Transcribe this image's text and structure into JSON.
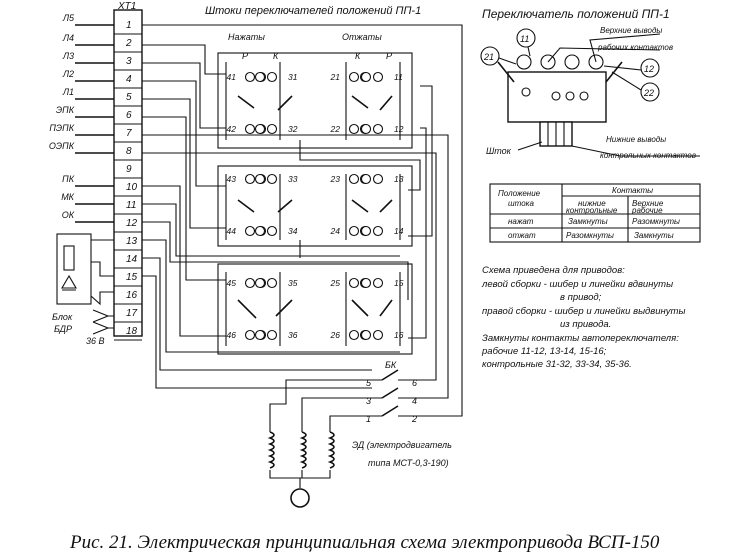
{
  "colors": {
    "ink": "#111111",
    "paper": "#ffffff"
  },
  "terminal_strip": {
    "title": "XT1",
    "numbers": [
      "1",
      "2",
      "3",
      "4",
      "5",
      "6",
      "7",
      "8",
      "9",
      "10",
      "11",
      "12",
      "13",
      "14",
      "15",
      "16",
      "17",
      "18"
    ],
    "wire_labels": [
      "Л5",
      "Л4",
      "Л3",
      "Л2",
      "Л1",
      "ЭПК",
      "ПЭПК",
      "ОЭПК",
      "",
      "ПК",
      "МК",
      "ОК"
    ]
  },
  "bdr": {
    "label_line1": "Блок",
    "label_line2": "БДР",
    "voltage": "36 В"
  },
  "switch_rods": {
    "title": "Штоки переключателей положений ПП-1",
    "pressed": "Нажаты",
    "released": "Отжаты",
    "col_letters": [
      "Р",
      "К",
      "К",
      "Р"
    ],
    "contacts": [
      [
        "41",
        "31",
        "21",
        "11"
      ],
      [
        "42",
        "32",
        "22",
        "12"
      ],
      [
        "43",
        "33",
        "23",
        "13"
      ],
      [
        "44",
        "34",
        "24",
        "14"
      ],
      [
        "45",
        "35",
        "25",
        "15"
      ],
      [
        "46",
        "36",
        "26",
        "16"
      ]
    ]
  },
  "pp_switch": {
    "title": "Переключатель положений ПП-1",
    "upper_label_1": "Верхние выводы",
    "upper_label_2": "рабочих контактов",
    "lower_label_1": "Нижние выводы",
    "lower_label_2": "контрольных контактов",
    "rod_label": "Шток",
    "callouts": [
      "21",
      "11",
      "12",
      "22"
    ]
  },
  "contacts_table": {
    "h_position_1": "Положение",
    "h_position_2": "штока",
    "h_contacts": "Контакты",
    "h_lower_1": "нижние",
    "h_lower_2": "контрольные",
    "h_upper_1": "Верхние",
    "h_upper_2": "рабочие",
    "row_1": "нажат",
    "row_2": "отжат",
    "r1c2": "Замкнуты",
    "r1c3_1": "Разомкнуты",
    "r1c3_2": "",
    "r2c2": "Разомкнуты",
    "r2c3_1": "Замкнуты",
    "r2c3_2": ""
  },
  "notes": [
    "Схема приведена для приводов:",
    "левой сборки - шибер и линейки вдвинуты",
    "в привод;",
    "правой сборки - шибер и линейки выдвинуты",
    "из привода.",
    "Замкнуты контакты автопереключателя:",
    "рабочие 11-12, 13-14, 15-16;",
    "контрольные 31-32, 33-34, 35-36."
  ],
  "motor": {
    "bk_label": "БК",
    "terminals_left": [
      "5",
      "3",
      "1"
    ],
    "terminals_right": [
      "6",
      "4",
      "2"
    ],
    "label_1": "ЭД (электродвигатель",
    "label_2": "типа МСТ-0,3-190)"
  },
  "caption": "Рис. 21. Электрическая принципиальная схема электропривода ВСП-150"
}
